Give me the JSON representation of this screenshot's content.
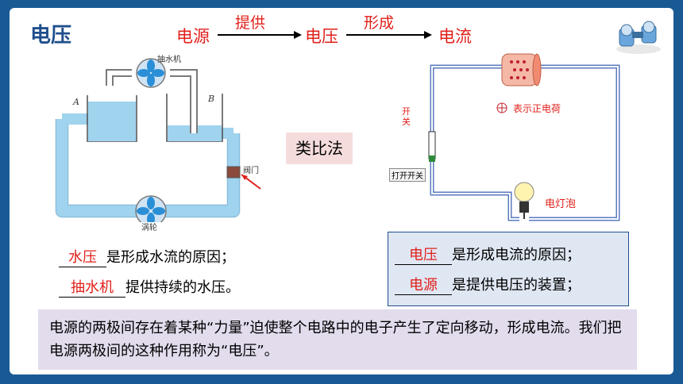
{
  "title": "电压",
  "flow": {
    "source": "电源",
    "arrow1_label": "提供",
    "voltage": "电压",
    "arrow2_label": "形成",
    "current": "电流"
  },
  "water_diagram": {
    "pump_label": "抽水机",
    "label_a": "A",
    "label_b": "B",
    "valve_label": "阀门",
    "turbine_label": "涡轮"
  },
  "analogy_method": "类比法",
  "circuit_diagram": {
    "positive_charge_legend": "表示正电荷",
    "switch_label": "开关",
    "open_switch_button": "打开开关",
    "bulb_label": "电灯泡"
  },
  "left_statements": [
    {
      "answer": "水压",
      "text": "是形成水流的原因；"
    },
    {
      "answer": "抽水机",
      "text": "提供持续的水压。"
    }
  ],
  "right_statements": [
    {
      "answer": "电压",
      "text": "是形成电流的原因；"
    },
    {
      "answer": "电源",
      "text": "是提供电压的装置；"
    }
  ],
  "definition": "电源的两极间存在着某种“力量”迫使整个电路中的电子产生了定向移动，形成电流。我们把电源两极间的这种作用称为“电压”。",
  "colors": {
    "accent_red": "#e0201b",
    "title_blue": "#1f4e8c",
    "water_blue": "#9fd3ee"
  }
}
